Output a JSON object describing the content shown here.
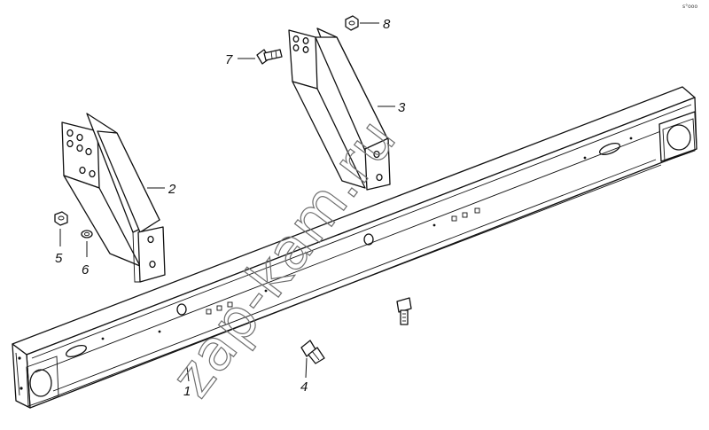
{
  "watermark": "zap-kam.ru",
  "corner_mark": "s°ooo",
  "callouts": {
    "p1": "1",
    "p2": "2",
    "p3": "3",
    "p4": "4",
    "p5": "5",
    "p6": "6",
    "p7": "7",
    "p8": "8"
  }
}
